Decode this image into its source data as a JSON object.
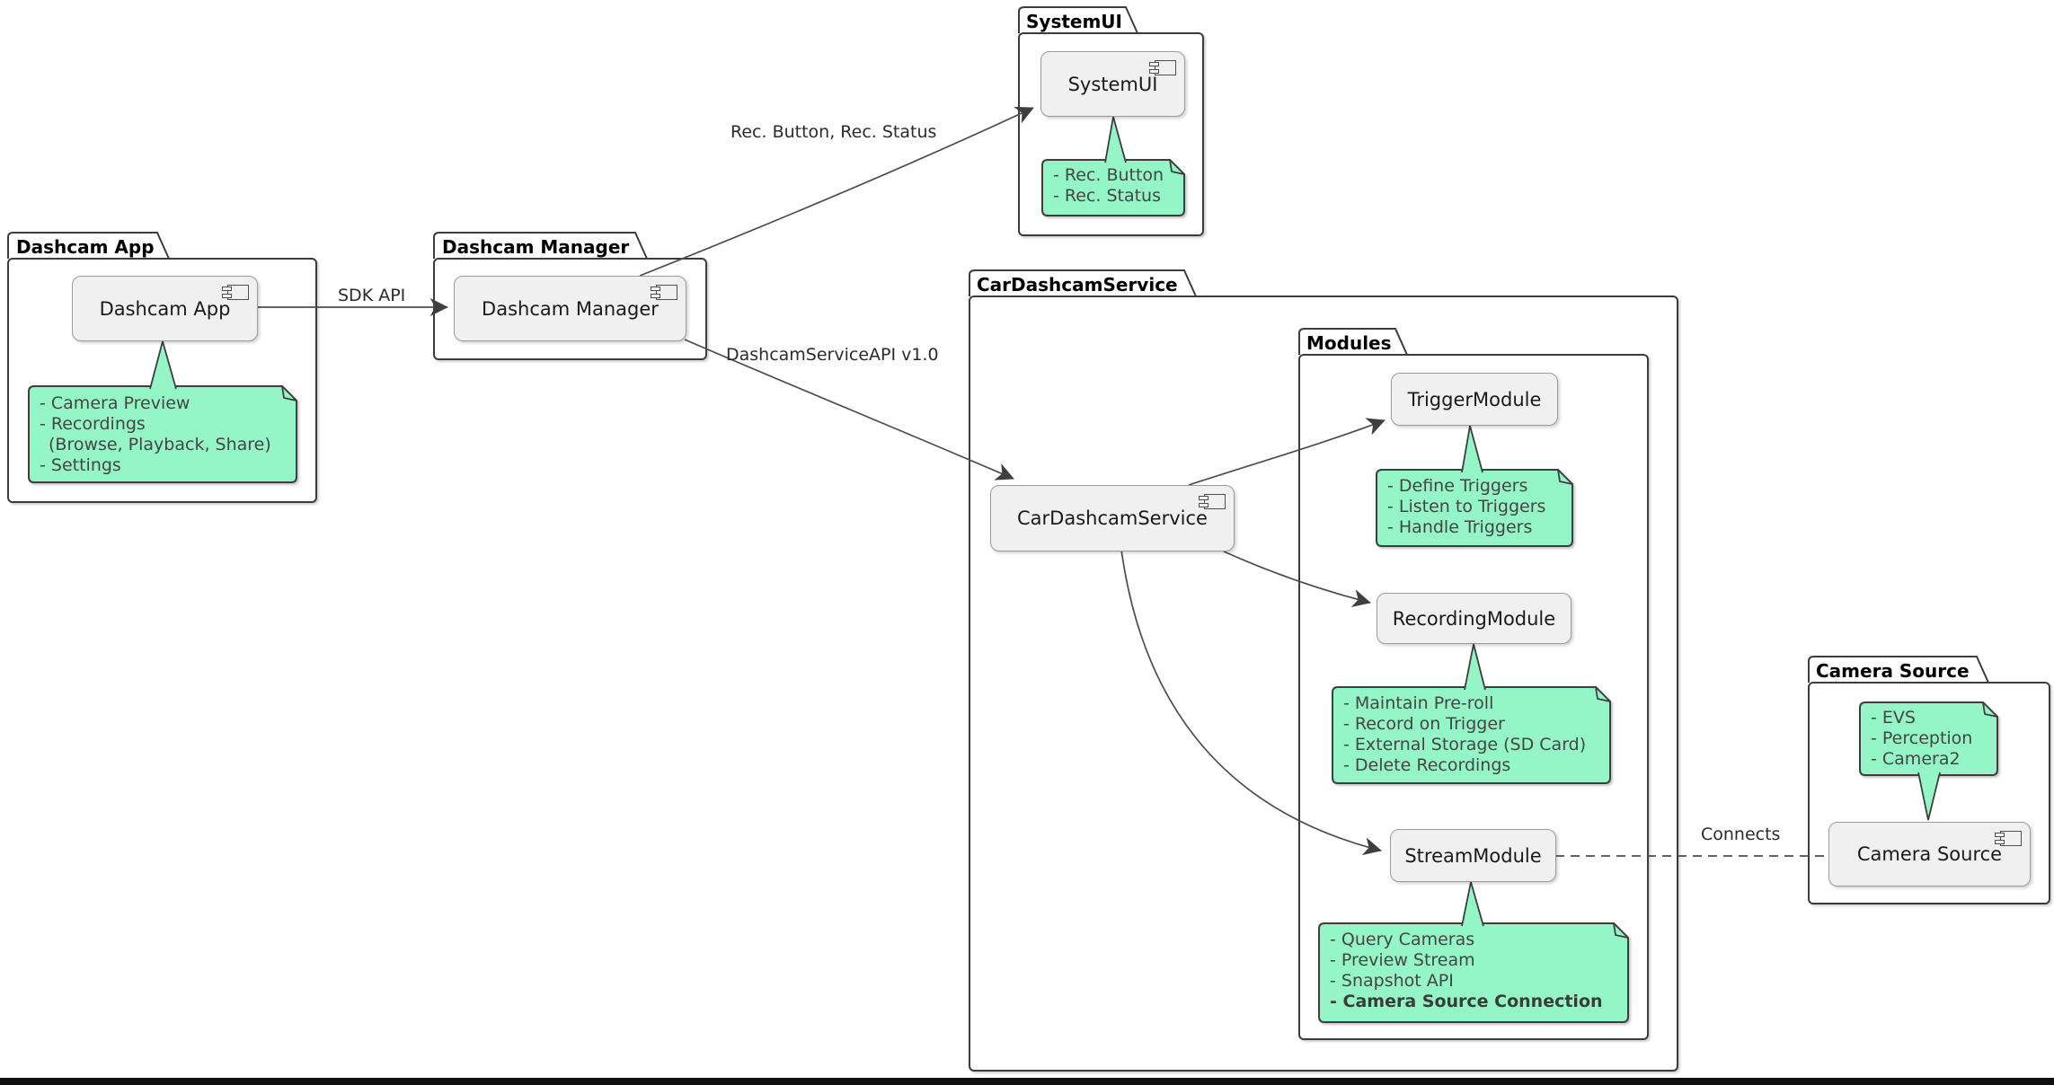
{
  "packages": {
    "dashcam_app": {
      "title": "Dashcam App"
    },
    "dashcam_manager": {
      "title": "Dashcam Manager"
    },
    "systemui": {
      "title": "SystemUI"
    },
    "car_dashcam_service": {
      "title": "CarDashcamService"
    },
    "modules": {
      "title": "Modules"
    },
    "camera_source": {
      "title": "Camera Source"
    }
  },
  "components": {
    "dashcam_app": {
      "label": "Dashcam App"
    },
    "dashcam_manager": {
      "label": "Dashcam Manager"
    },
    "systemui": {
      "label": "SystemUI"
    },
    "car_dashcam_service": {
      "label": "CarDashcamService"
    },
    "trigger_module": {
      "label": "TriggerModule"
    },
    "recording_module": {
      "label": "RecordingModule"
    },
    "stream_module": {
      "label": "StreamModule"
    },
    "camera_source": {
      "label": "Camera Source"
    }
  },
  "notes": {
    "dashcam_app": {
      "lines": [
        "- Camera Preview",
        "- Recordings",
        "(Browse, Playback, Share)",
        "- Settings"
      ]
    },
    "systemui": {
      "lines": [
        "- Rec. Button",
        "- Rec. Status"
      ]
    },
    "trigger_module": {
      "lines": [
        "- Define Triggers",
        "- Listen to Triggers",
        "- Handle Triggers"
      ]
    },
    "recording_module": {
      "lines": [
        "- Maintain Pre-roll",
        "- Record on Trigger",
        "- External Storage (SD Card)",
        "- Delete Recordings"
      ]
    },
    "stream_module": {
      "lines": [
        "- Query Cameras",
        "- Preview Stream",
        "- Snapshot API",
        "- Camera Source Connection"
      ]
    },
    "camera_source": {
      "lines": [
        "- EVS",
        "- Perception",
        "- Camera2"
      ]
    }
  },
  "edge_labels": {
    "sdk_api": "SDK API",
    "rec_button_status": "Rec. Button, Rec. Status",
    "dashcam_service_api": "DashcamServiceAPI v1.0",
    "connects": "Connects"
  },
  "colors": {
    "note_fill": "#94F5C6",
    "note_border": "#3E3E3E",
    "component_fill": "#F0F0F0",
    "component_border": "#9B9B9B",
    "package_border": "#3C3C3C",
    "edge_line": "#4D4D4D",
    "bottom_bar": "#101010"
  }
}
